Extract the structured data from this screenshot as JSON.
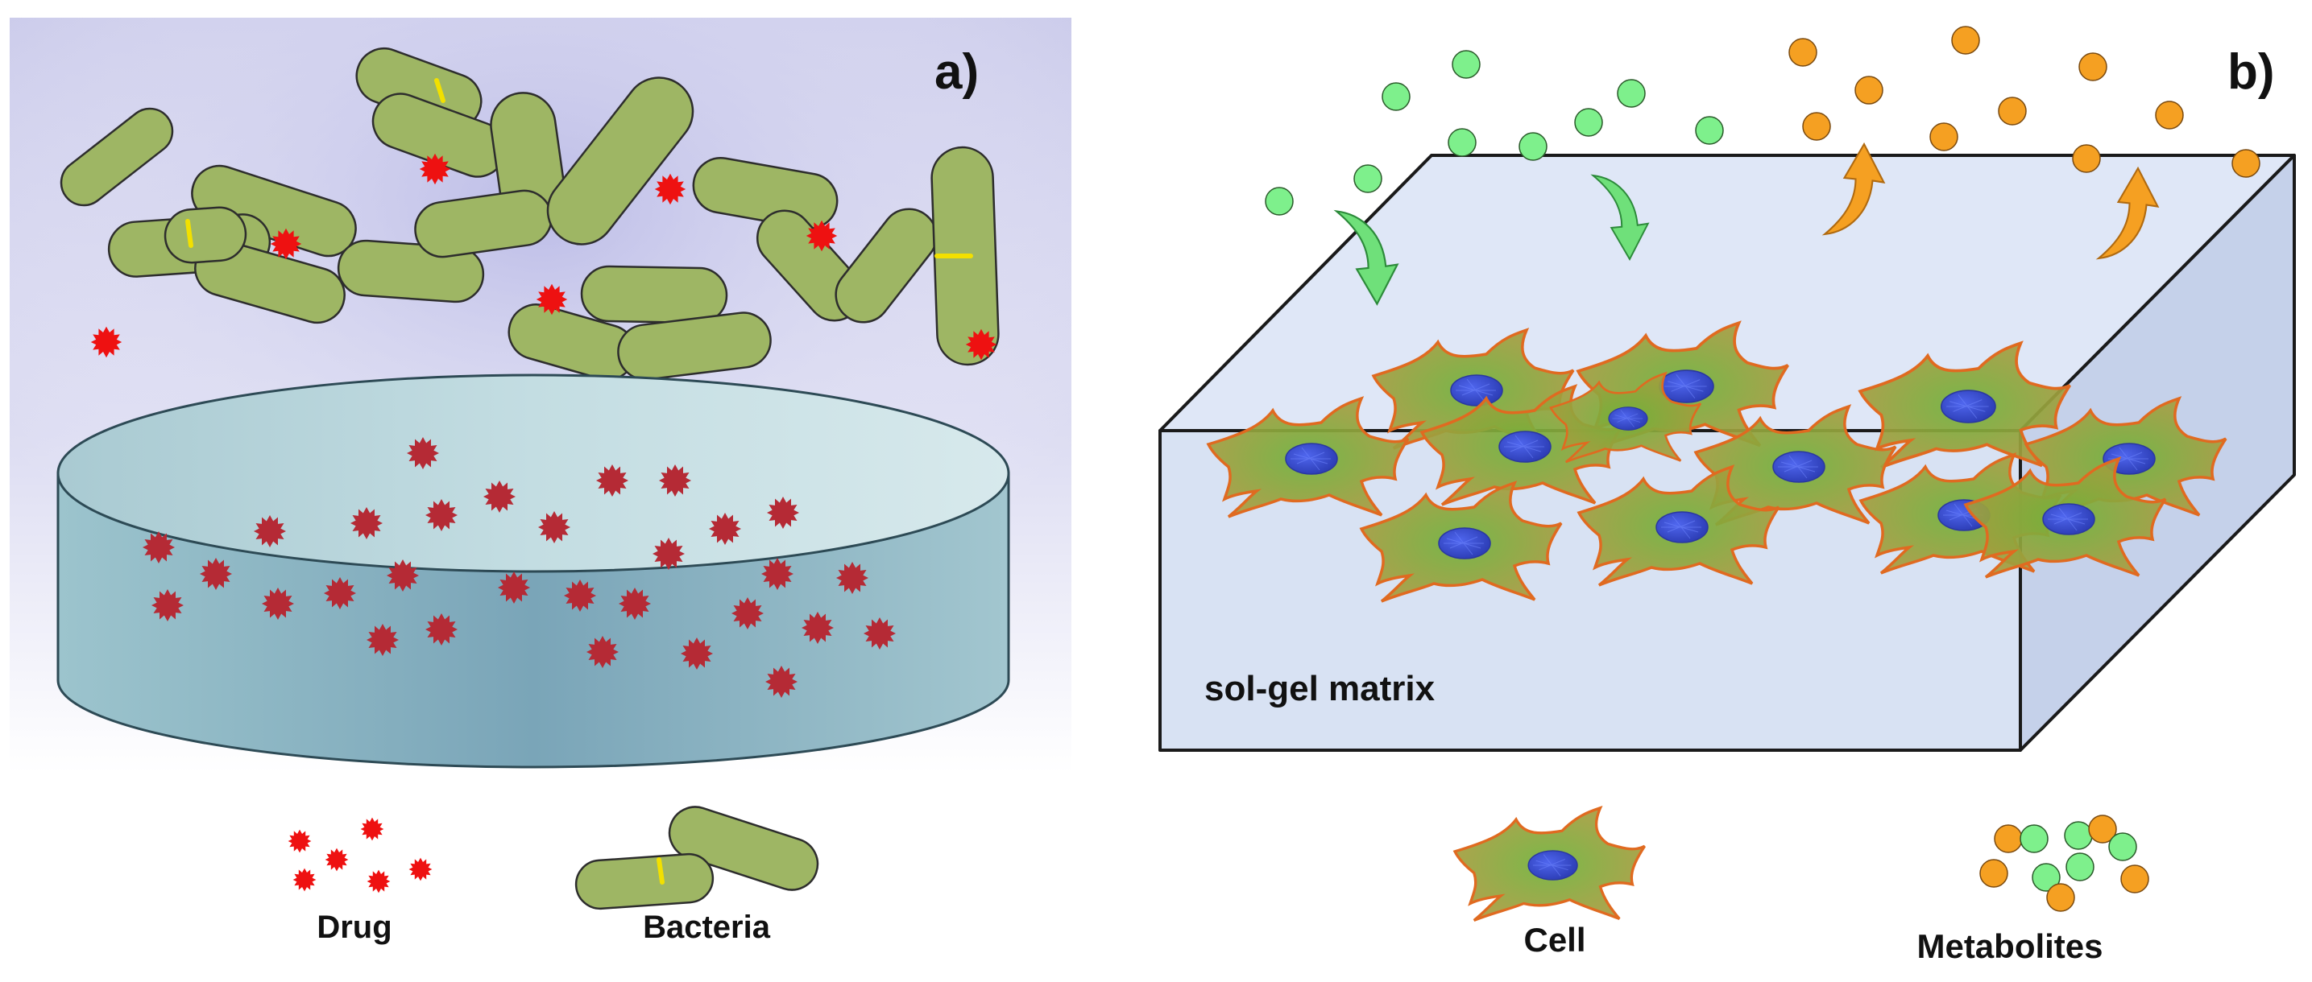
{
  "panel_a": {
    "label": "a)",
    "legend": {
      "drug": "Drug",
      "bacteria": "Bacteria"
    }
  },
  "panel_b": {
    "label": "b)",
    "matrix_label": "sol-gel matrix",
    "legend": {
      "cell": "Cell",
      "metabolites": "Metabolites"
    }
  },
  "colors": {
    "drug": "#ee1111",
    "drug_in_dish": "#b52a35",
    "bacteria_fill": "#9eb664",
    "bacteria_septum": "#f2e000",
    "dish": "#8fbcc7",
    "matrix": "#d8e2f3",
    "cell_fill": "#79aa33",
    "cell_outline": "#e06a20",
    "cell_nucleus": "#3b4fd6",
    "nutrient": "#7ef08c",
    "metabolite": "#f5a022"
  },
  "icons": [
    "drug-icon",
    "bacteria-icon",
    "cell-icon",
    "nutrient-icon",
    "metabolite-icon",
    "influx-arrow-icon",
    "efflux-arrow-icon"
  ]
}
